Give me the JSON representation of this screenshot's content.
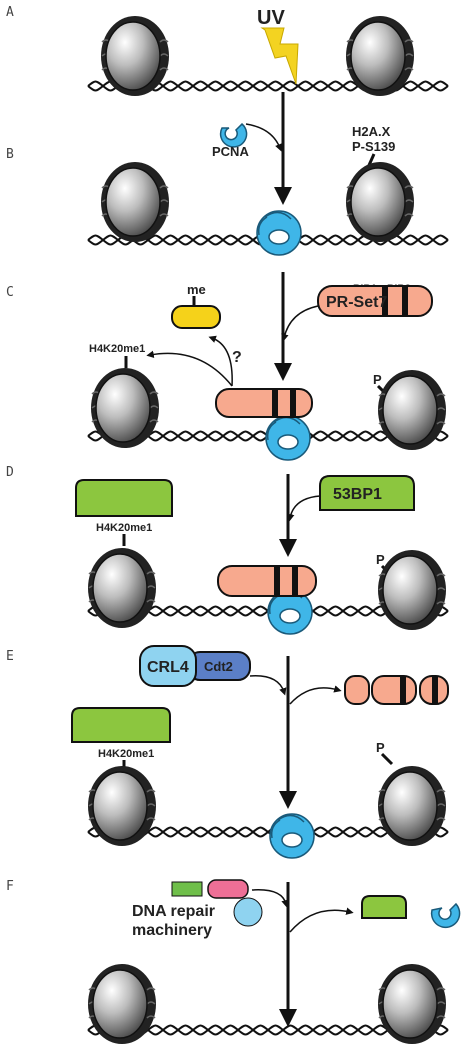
{
  "panels": [
    "A",
    "B",
    "C",
    "D",
    "E",
    "F"
  ],
  "labels": {
    "uv": "UV",
    "pcna": "PCNA",
    "h2ax_line1": "H2A.X",
    "h2ax_line2": "P-S139",
    "me": "me",
    "question": "?",
    "pr_set7": "PR-Set7",
    "pip1": "PIP1",
    "pip2": "PIP2",
    "h4k20me1_c": "H4K20me1",
    "p_c": "P",
    "bp53": "53BP1",
    "h4k20me1_d": "H4K20me1",
    "p_d": "P",
    "crl4": "CRL4",
    "cdt2": "Cdt2",
    "h4k20me1_e": "H4K20me1",
    "p_e": "P",
    "dna_repair_1": "DNA repair",
    "dna_repair_2": "machinery"
  },
  "colors": {
    "pcna": "#3fb6e8",
    "pcna_stroke": "#1a5a7a",
    "pr_set7": "#f7a98e",
    "me_tag": "#f5d21a",
    "bp53": "#8cc63f",
    "crl4": "#8fd3f0",
    "cdt2": "#5b7fc7",
    "repair_pink": "#ee6f96",
    "repair_green": "#6fbf4a",
    "repair_blue": "#8fd3f0",
    "uv_bolt": "#f3d321",
    "nucleosome_core": "#9a9a9a"
  },
  "icons": [
    "nucleosome-icon",
    "dna-helix-icon",
    "pcna-ring-icon",
    "lightning-bolt-icon",
    "arrow-icon"
  ]
}
